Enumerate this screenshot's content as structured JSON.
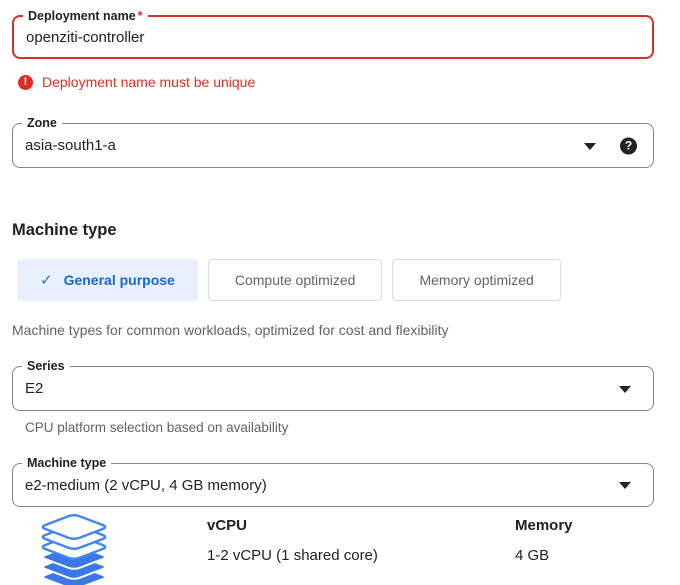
{
  "deployment": {
    "label": "Deployment name",
    "required": "*",
    "value": "openziti-controller",
    "error_icon": "!",
    "error": "Deployment name must be unique"
  },
  "zone": {
    "label": "Zone",
    "value": "asia-south1-a",
    "help_icon": "?"
  },
  "machine": {
    "heading": "Machine type",
    "tabs": [
      {
        "label": "General purpose",
        "check": "✓",
        "selected": true
      },
      {
        "label": "Compute optimized",
        "selected": false
      },
      {
        "label": "Memory optimized",
        "selected": false
      }
    ],
    "description": "Machine types for common workloads, optimized for cost and flexibility",
    "series": {
      "label": "Series",
      "value": "E2",
      "helper": "CPU platform selection based on availability"
    },
    "machine_type": {
      "label": "Machine type",
      "value": "e2-medium (2 vCPU, 4 GB memory)"
    },
    "specs": {
      "vcpu_label": "vCPU",
      "vcpu_value": "1-2 vCPU (1 shared core)",
      "memory_label": "Memory",
      "memory_value": "4 GB"
    }
  },
  "colors": {
    "error_red": "#d93025",
    "link_blue": "#1a73e8",
    "selected_tab_text": "#1967d2",
    "selected_tab_bg": "#e8f0fe",
    "field_border": "#80868b",
    "helper_gray": "#5f6368",
    "icon_stroke_blue": "#4285f4",
    "icon_fill_blue": "#3b78e7"
  }
}
